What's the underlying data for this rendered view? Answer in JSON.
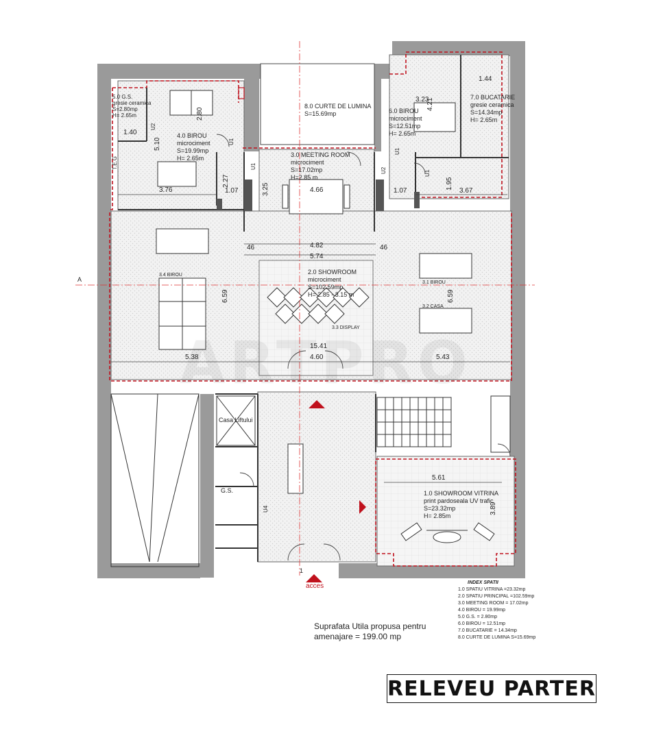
{
  "title": "RELEVEU PARTER",
  "watermark": "ARTPRO",
  "summary": {
    "line1": "Suprafata Utila propusa pentru",
    "line2": "amenajare = 199.00 mp"
  },
  "index": {
    "header": "INDEX SPATII",
    "items": [
      "1.0 SPATIU VITRINA  =23.32mp",
      "2.0 SPATIU PRINCIPAL  =102.59mp",
      "3.0 MEETING ROOM  = 17.02mp",
      "4.0 BIROU     = 19.99mp",
      "5.0 G.S.   = 2.80mp",
      "6.0 BIROU  = 12.51mp",
      "7.0 BUCATARIE   = 14.34mp",
      "8.0 CURTE DE LUMINA S=15.69mp"
    ]
  },
  "rooms": {
    "curte": {
      "name": "8.0 CURTE DE LUMINA",
      "area": "S=15.69mp"
    },
    "meeting": {
      "name": "3.0 MEETING ROOM",
      "finish": "microciment",
      "area": "S=17.02mp",
      "height": "H=2.85 m"
    },
    "birou4": {
      "name": "4.0 BIROU",
      "finish": "microciment",
      "area": "S=19.99mp",
      "height": "H= 2.65m"
    },
    "gs5": {
      "name": "5.0 G.S.",
      "finish": "gresie ceramica",
      "area": "S=2.80mp",
      "height": "H= 2.65m"
    },
    "birou6": {
      "name": "6.0 BIROU",
      "finish": "microciment",
      "area": "S=12.51mp",
      "height": "H= 2.65m"
    },
    "bucatarie": {
      "name": "7.0 BUCATARIE",
      "finish": "gresie ceramica",
      "area": "S=14.34mp",
      "height": "H= 2.65m"
    },
    "showroom": {
      "name": "2.0 SHOWROOM",
      "finish": "microciment",
      "area": "S=102.59mp",
      "height": "H= 2.85 - 3.15 m"
    },
    "vitrina": {
      "name": "1.0 SHOWROOM VITRINA",
      "finish": "print pardoseala UV trafic",
      "area": "S=23.32mp",
      "height": "H= 2.85m"
    }
  },
  "labels": {
    "birou34": "3.4    BIROU",
    "birou31": "3.1    BIROU",
    "casa32": "3.2    CASA",
    "display33": "3.3    DISPLAY",
    "casa_liftului": "Casa Liftului",
    "gs": "G.S.",
    "teg": "T.E.G",
    "acces": "acces",
    "axis_a": "A",
    "axis_1": "1",
    "u1": "U1",
    "u2": "U2",
    "u4": "U4"
  },
  "dims": {
    "d280": "2.80",
    "d510": "5.10",
    "d140": "1.40",
    "d376": "3.76",
    "d227": "2.27",
    "d107a": "1.07",
    "d325": "3.25",
    "d466": "4.66",
    "d107b": "1.07",
    "d195": "1.95",
    "d367": "3.67",
    "d323": "3.23",
    "d421": "4.21",
    "d144": "1.44",
    "d46a": "46",
    "d482": "4.82",
    "d46b": "46",
    "d574": "5.74",
    "d659a": "6.59",
    "d659b": "6.59",
    "d538": "5.38",
    "d1541": "15.41",
    "d460": "4.60",
    "d543": "5.43",
    "d561": "5.61",
    "d389": "3.89"
  }
}
